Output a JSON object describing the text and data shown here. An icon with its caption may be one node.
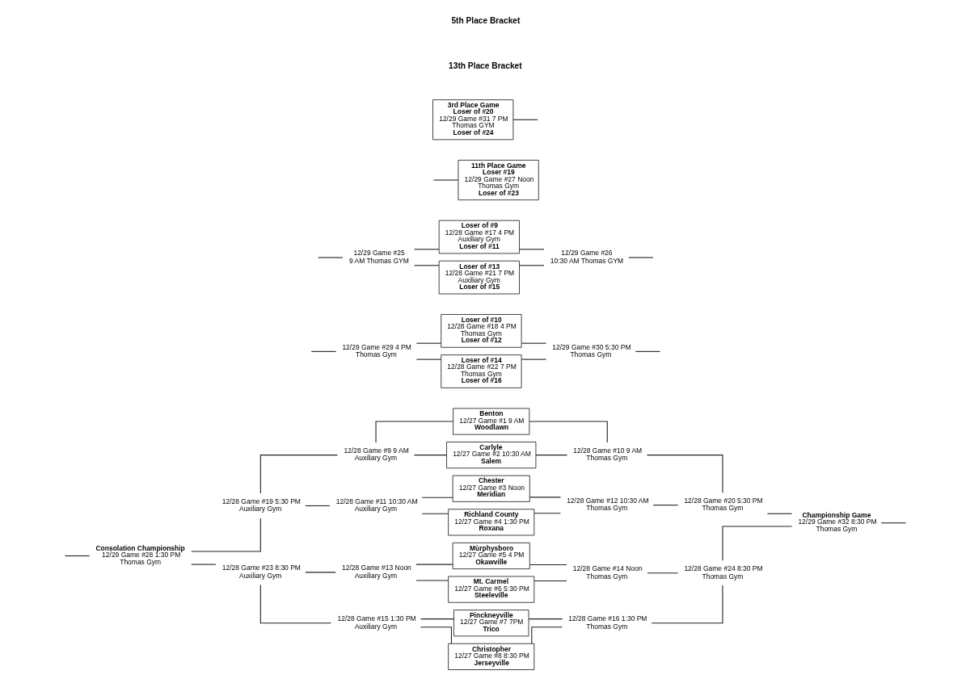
{
  "diagram": {
    "nodes": [
      {
        "text": [
          "Benton",
          "12/27 Game #1 9 AM",
          "Woodlawn"
        ]
      },
      {
        "text": [
          "12/28 Game #9 9 AM",
          "Auxiliary Gym"
        ]
      },
      {
        "text": [
          "12/28 Game #10 9 AM",
          "Thomas Gym"
        ]
      },
      {
        "text": [
          "Carlyle",
          "12/27 Game #2 10:30 AM",
          "Salem"
        ]
      },
      {
        "text": [
          "12/28 Game #19 5:30 PM",
          "Auxiliary Gym"
        ]
      },
      {
        "text": [
          "12/28 Game #20 5:30 PM",
          "Thomas Gym"
        ]
      },
      {
        "text": [
          "Chester",
          "12/27 Game #3 Noon",
          "Meridian"
        ]
      },
      {
        "text": [
          "12/28 Game #11 10:30 AM",
          "Auxiliary Gym"
        ]
      },
      {
        "text": [
          "12/28 Game #12 10:30 AM",
          "Thomas Gym"
        ]
      },
      {
        "text": [
          "Richland County",
          "12/27 Game #4 1:30 PM",
          "Roxana"
        ]
      },
      {
        "text": [
          "Consolation Championship",
          "12/29 Game #28 1:30 PM",
          "Thomas Gym"
        ]
      },
      {
        "text": [
          "Championship Game",
          "12/29 Game #32 8:30 PM",
          "Thomas Gym"
        ]
      },
      {
        "text": [
          "Mùrphysboro",
          "12/27 Game #5 4 PM",
          "Okawville"
        ]
      },
      {
        "text": [
          "12/28 Game #13 Noon",
          "Auxiliary Gym"
        ]
      },
      {
        "text": [
          "12/28 Game #14 Noon",
          "Thomas Gym"
        ]
      },
      {
        "text": [
          "Mt. Carmel",
          "12/27 Game #6 5:30 PM",
          "Steeleville"
        ]
      },
      {
        "text": [
          "12/28 Game #23 8:30 PM",
          "Auxiliary Gym"
        ]
      },
      {
        "text": [
          "12/28 Game #24 8:30 PM",
          "Thomas Gym"
        ]
      },
      {
        "text": [
          "Pinckneyville",
          "12/27 Game #7 7PM",
          "Trico"
        ]
      },
      {
        "text": [
          "12/28 Game #15 1:30 PM",
          "Auxiliary Gym"
        ]
      },
      {
        "text": [
          "12/28 Game #16 1:30 PM",
          "Thomas Gym"
        ]
      },
      {
        "text": [
          "Christopher",
          "12/27 Game #8 8:30 PM",
          "Jerseyville"
        ]
      },
      {
        "text": [
          "11th Place Game",
          "Loser #19",
          "12/29 Game #27 Noon",
          "Thomas Gym",
          "Loser of #23"
        ]
      },
      {
        "text": [
          "3rd Place Game",
          "Loser of #20",
          "12/29 Game #31 7 PM",
          "Thomas GYM",
          "Loser of #24"
        ]
      },
      {
        "text": [
          "Loser of #9",
          "12/28 Game #17 4 PM",
          "Auxiliary Gym",
          "Loser of #11"
        ]
      },
      {
        "text": [
          "Loser of #10",
          "12/28 Game #18 4 PM",
          "Thomas Gym",
          "Loser of #12"
        ]
      },
      {
        "text": [
          "12/29 Game #25",
          "9 AM Thomas GYM"
        ]
      },
      {
        "text": [
          "12/29 Game #26",
          "10:30 AM Thomas GYM"
        ]
      },
      {
        "text": [
          "12/29 Game #29 4 PM",
          "Thomas Gym"
        ]
      },
      {
        "text": [
          "12/29 Game #30 5:30 PM",
          "Thomas Gym"
        ]
      },
      {
        "text": [
          "Loser of #13",
          "12/28 Game #21 7 PM",
          "Auxiliary Gym",
          "Loser of #15"
        ]
      },
      {
        "text": [
          "Loser of #14",
          "12/28 Game #22 7 PM",
          "Thomas Gym",
          "Loser of #16"
        ]
      }
    ],
    "edges": [
      {
        "from": 1,
        "to": 0,
        "arrow": "none"
      },
      {
        "from": 1,
        "to": 3,
        "arrow": "none"
      },
      {
        "from": 7,
        "to": 6,
        "arrow": "none"
      },
      {
        "from": 7,
        "to": 9,
        "arrow": "none"
      },
      {
        "from": 13,
        "to": 12,
        "arrow": "none"
      },
      {
        "from": 13,
        "to": 15,
        "arrow": "none"
      },
      {
        "from": 19,
        "to": 18,
        "arrow": "none"
      },
      {
        "from": 19,
        "to": 21,
        "arrow": "none"
      },
      {
        "from": 4,
        "to": 1,
        "arrow": "none"
      },
      {
        "from": 4,
        "to": 7,
        "arrow": "none"
      },
      {
        "from": 16,
        "to": 13,
        "arrow": "none"
      },
      {
        "from": 16,
        "to": 19,
        "arrow": "none"
      },
      {
        "from": 10,
        "to": 4,
        "arrow": "none"
      },
      {
        "from": 10,
        "to": 16,
        "arrow": "none"
      },
      {
        "from": null,
        "to": 10,
        "arrow": "none"
      },
      {
        "from": 0,
        "to": 2,
        "arrow": "none"
      },
      {
        "from": 3,
        "to": 2,
        "arrow": "none"
      },
      {
        "from": 6,
        "to": 8,
        "arrow": "none"
      },
      {
        "from": 9,
        "to": 8,
        "arrow": "none"
      },
      {
        "from": 12,
        "to": 14,
        "arrow": "none"
      },
      {
        "from": 15,
        "to": 14,
        "arrow": "none"
      },
      {
        "from": 18,
        "to": 20,
        "arrow": "none"
      },
      {
        "from": 21,
        "to": 20,
        "arrow": "none"
      },
      {
        "from": 2,
        "to": 5,
        "arrow": "none"
      },
      {
        "from": 8,
        "to": 5,
        "arrow": "none"
      },
      {
        "from": 14,
        "to": 17,
        "arrow": "none"
      },
      {
        "from": 20,
        "to": 17,
        "arrow": "none"
      },
      {
        "from": 5,
        "to": 11,
        "arrow": "none"
      },
      {
        "from": 17,
        "to": 11,
        "arrow": "none"
      },
      {
        "from": 11,
        "to": null,
        "arrow": "none"
      },
      {
        "from": null,
        "to": 22,
        "arrow": "none"
      },
      {
        "from": 23,
        "to": null,
        "arrow": "none"
      },
      {
        "from": 26,
        "to": 24,
        "arrow": "none"
      },
      {
        "from": 26,
        "to": 30,
        "arrow": "none"
      },
      {
        "from": 24,
        "to": 27,
        "arrow": "none"
      },
      {
        "from": 30,
        "to": 27,
        "arrow": "none"
      },
      {
        "from": null,
        "to": 26,
        "arrow": "none"
      },
      {
        "from": 27,
        "to": null,
        "arrow": "none"
      },
      {
        "from": 28,
        "to": 25,
        "arrow": "none"
      },
      {
        "from": 28,
        "to": 31,
        "arrow": "none"
      },
      {
        "from": 25,
        "to": 29,
        "arrow": "none"
      },
      {
        "from": 31,
        "to": 29,
        "arrow": "none"
      },
      {
        "from": null,
        "to": 28,
        "arrow": "none"
      },
      {
        "from": 29,
        "to": null,
        "arrow": "none"
      }
    ],
    "labels": [
      "13th Place Bracket",
      "5th Place Bracket"
    ]
  }
}
